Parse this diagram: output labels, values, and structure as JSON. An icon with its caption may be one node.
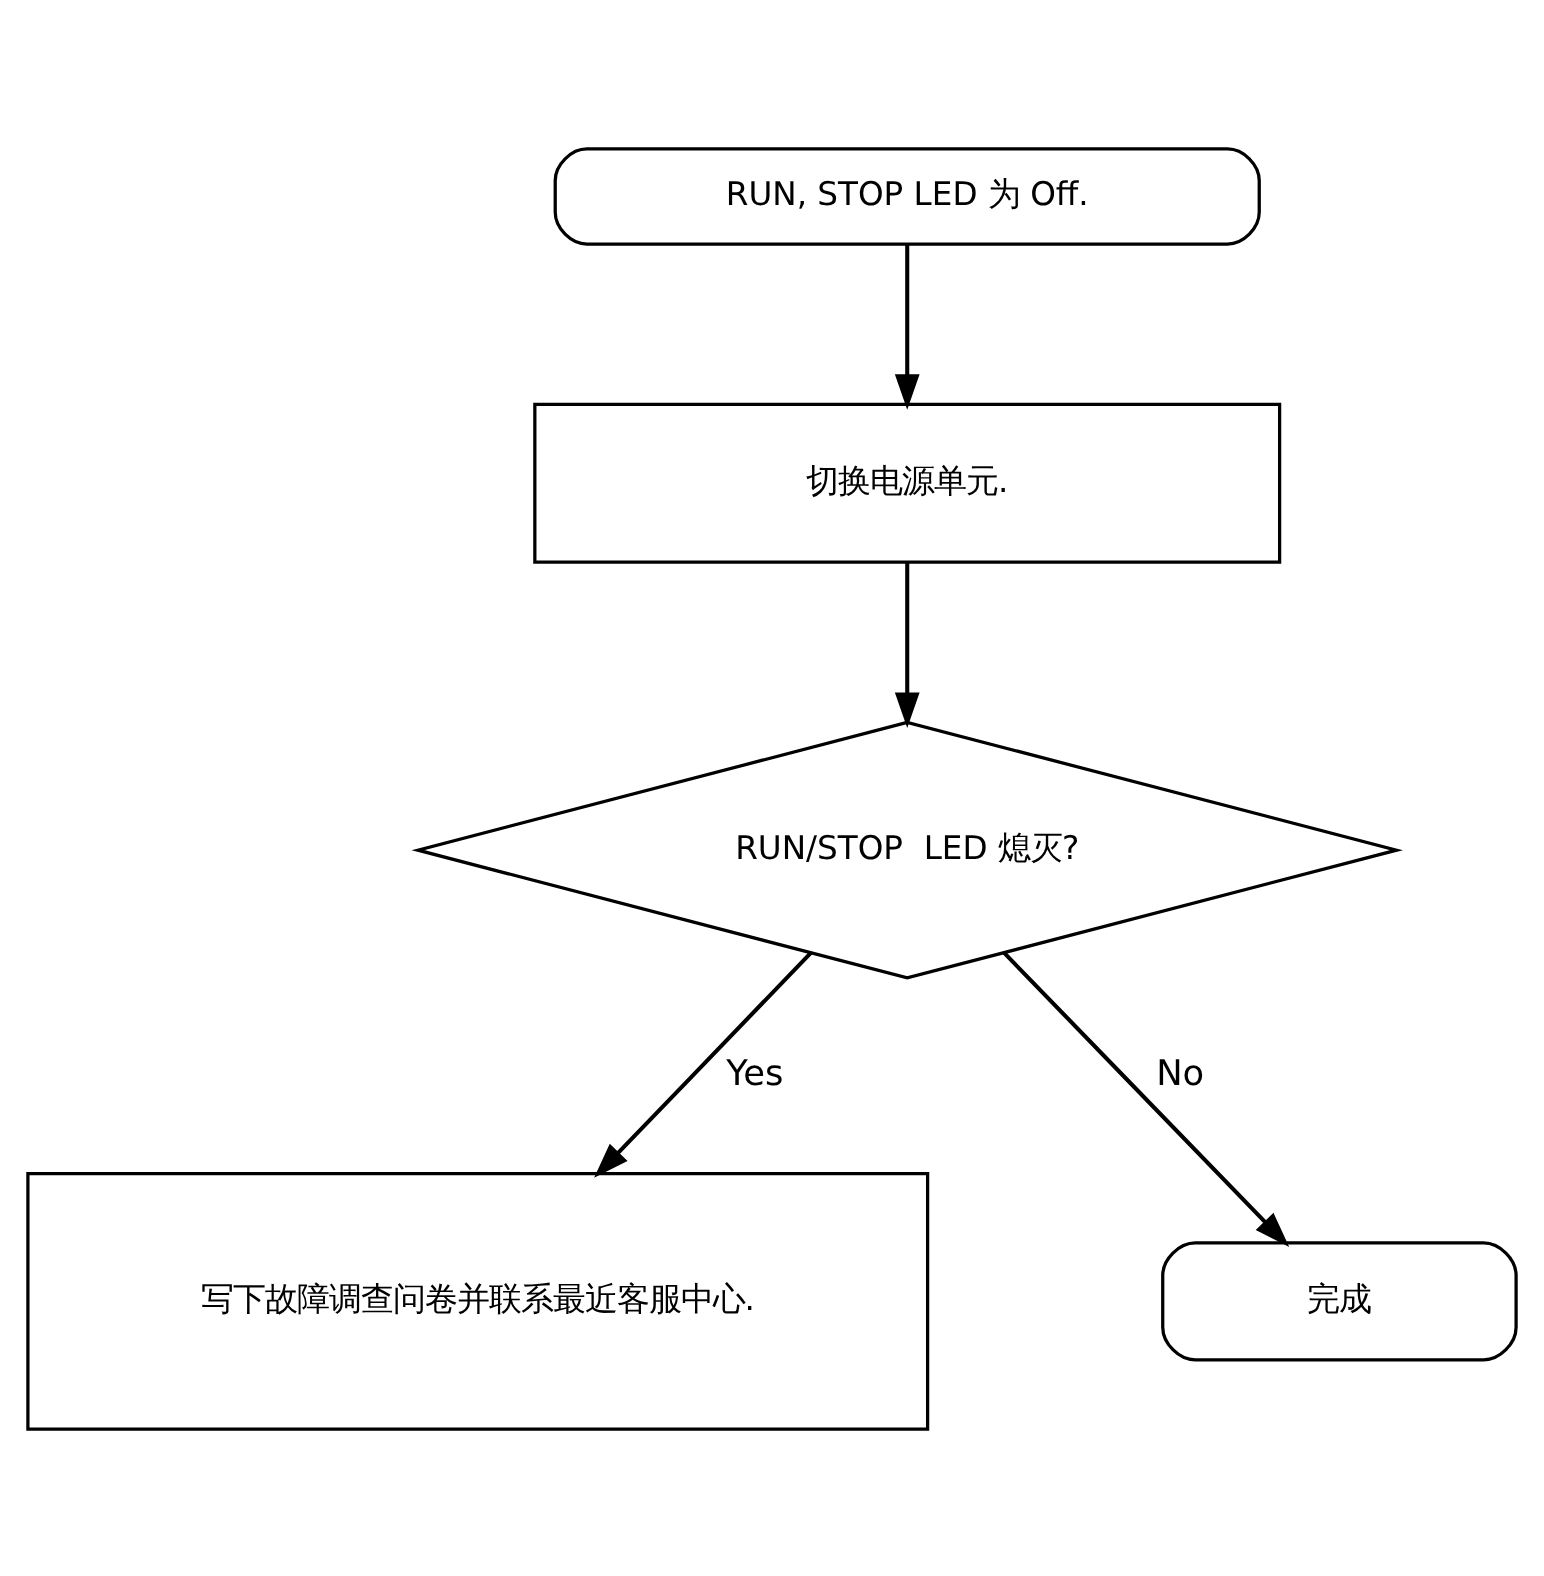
{
  "diagram": {
    "nodes": [
      {
        "text": [
          "RUN, STOP LED 为 Off."
        ]
      },
      {
        "text": [
          "切换电源单元."
        ]
      },
      {
        "text": [
          "RUN/STOP  LED 熄灭?"
        ]
      },
      {
        "text": [
          "写下故障调查问卷并联系最近客服中心."
        ]
      },
      {
        "text": [
          "完成"
        ]
      }
    ],
    "edges": [
      {
        "from": 0,
        "to": 1,
        "arrow": "to"
      },
      {
        "from": 1,
        "to": 2,
        "arrow": "to"
      },
      {
        "from": 2,
        "to": 3,
        "arrow": "to",
        "label": "Yes"
      },
      {
        "from": 2,
        "to": 4,
        "arrow": "to",
        "label": "No"
      }
    ]
  }
}
